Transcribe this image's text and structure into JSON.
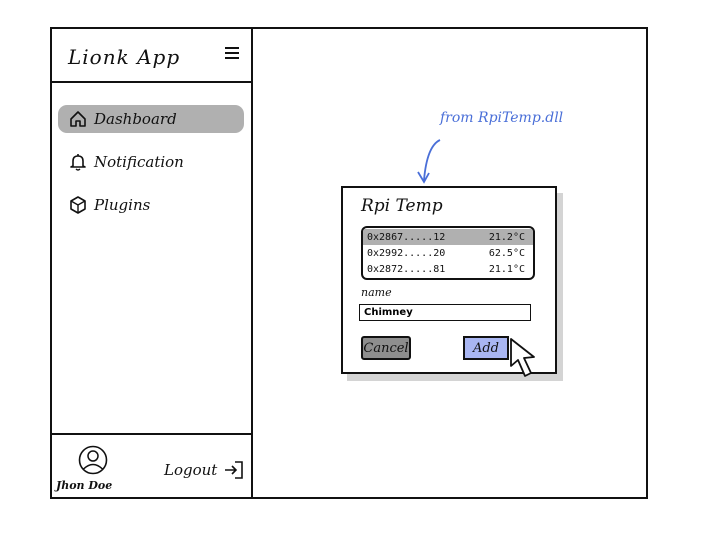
{
  "app": {
    "title": "Lionk App"
  },
  "sidebar": {
    "items": [
      {
        "label": "Dashboard",
        "icon": "home-icon",
        "active": true
      },
      {
        "label": "Notification",
        "icon": "bell-icon",
        "active": false
      },
      {
        "label": "Plugins",
        "icon": "cube-icon",
        "active": false
      }
    ],
    "user": {
      "name": "Jhon Doe",
      "avatar_icon": "user-avatar-icon"
    },
    "logout_label": "Logout"
  },
  "annotation": {
    "text": "from RpiTemp.dll",
    "color": "#4a6fd8"
  },
  "dialog": {
    "title": "Rpi Temp",
    "sensors": [
      {
        "id": "0x2867.....12",
        "temp": "21.2°C",
        "selected": true
      },
      {
        "id": "0x2992.....20",
        "temp": "62.5°C",
        "selected": false
      },
      {
        "id": "0x2872.....81",
        "temp": "21.1°C",
        "selected": false
      }
    ],
    "name_label": "name",
    "name_value": "Chimney",
    "cancel_label": "Cancel",
    "add_label": "Add",
    "colors": {
      "selected_row": "#b0b0b0",
      "cancel_bg": "#8e8e8e",
      "add_bg": "#a9b6f2"
    }
  }
}
